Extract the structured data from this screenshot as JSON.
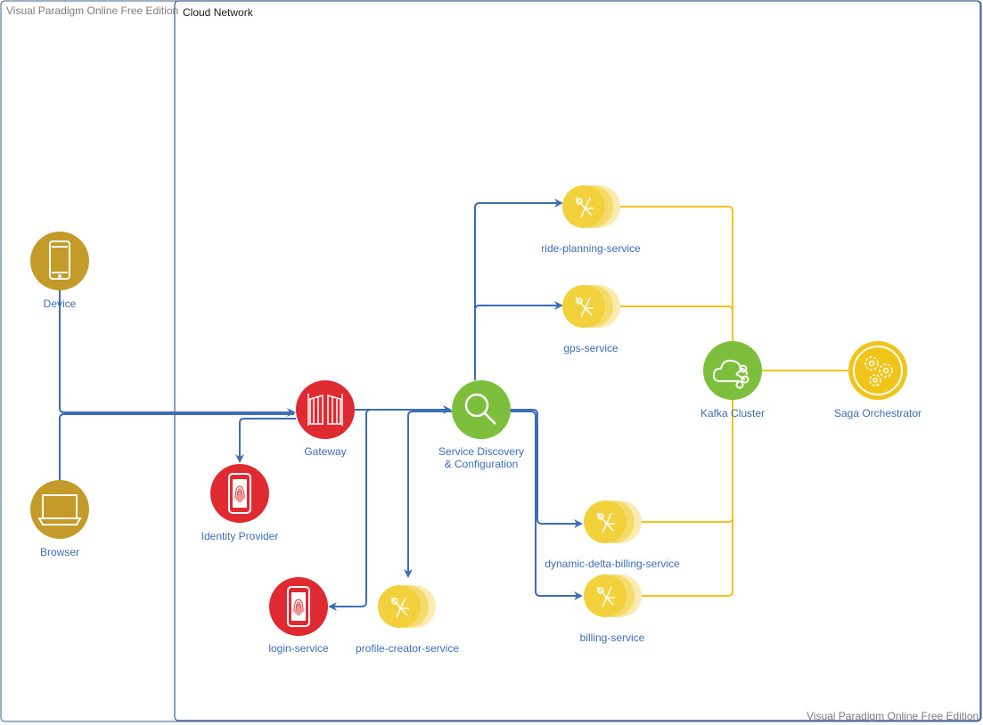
{
  "watermark": {
    "top": "Visual Paradigm Online Free Edition",
    "bottom": "Visual Paradigm Online Free Edition"
  },
  "frame": {
    "title": "Cloud Network"
  },
  "nodes": {
    "device": {
      "label": "Device",
      "icon": "smartphone-icon",
      "color": "#c49a2b"
    },
    "browser": {
      "label": "Browser",
      "icon": "monitor-icon",
      "color": "#c49a2b"
    },
    "gateway": {
      "label": "Gateway",
      "icon": "gate-icon",
      "color": "#e02a31"
    },
    "identity_provider": {
      "label": "Identity Provider",
      "icon": "fingerprint-phone-icon",
      "color": "#e02a31"
    },
    "login_service": {
      "label": "login-service",
      "icon": "fingerprint-phone-icon",
      "color": "#e02a31"
    },
    "service_discovery": {
      "label_line1": "Service Discovery",
      "label_line2": "& Configuration",
      "icon": "magnifier-icon",
      "color": "#7dbe3c"
    },
    "profile_creator": {
      "label": "profile-creator-service",
      "icon": "microservice-icon",
      "color": "#f2d13c"
    },
    "ride_planning": {
      "label": "ride-planning-service",
      "icon": "microservice-icon",
      "color": "#f2d13c"
    },
    "gps": {
      "label": "gps-service",
      "icon": "microservice-icon",
      "color": "#f2d13c"
    },
    "dynamic_billing": {
      "label": "dynamic-delta-billing-service",
      "icon": "microservice-icon",
      "color": "#f2d13c"
    },
    "billing": {
      "label": "billing-service",
      "icon": "microservice-icon",
      "color": "#f2d13c"
    },
    "kafka": {
      "label": "Kafka Cluster",
      "icon": "cloud-network-icon",
      "color": "#7dbe3c"
    },
    "saga": {
      "label": "Saga Orchestrator",
      "icon": "gears-icon",
      "color": "#f0c419"
    }
  },
  "colors": {
    "blue_connector": "#3d6db5",
    "yellow_connector": "#f0c419",
    "frame_border": "#3d5f8f",
    "label": "#3d6db5"
  }
}
